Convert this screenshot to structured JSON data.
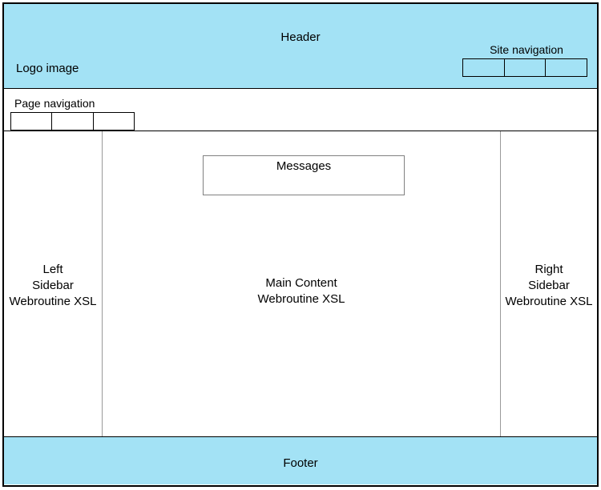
{
  "meta": {
    "band_color": "#a3e2f5",
    "border_color": "#000000",
    "divider_color": "#9a9a9a",
    "box_border_color": "#808080",
    "text_color": "#000000",
    "background_color": "#ffffff"
  },
  "header": {
    "title": "Header",
    "logo_label": "Logo image",
    "site_navigation": {
      "label": "Site navigation",
      "cells": [
        "",
        "",
        ""
      ]
    }
  },
  "page_navigation": {
    "label": "Page navigation",
    "cells": [
      "",
      "",
      ""
    ]
  },
  "content": {
    "left_sidebar": {
      "lines": [
        "Left",
        "Sidebar",
        "Webroutine XSL"
      ]
    },
    "main": {
      "messages": {
        "label": "Messages"
      },
      "lines": [
        "Main Content",
        "Webroutine XSL"
      ]
    },
    "right_sidebar": {
      "lines": [
        "Right",
        "Sidebar",
        "Webroutine XSL"
      ]
    }
  },
  "footer": {
    "title": "Footer"
  }
}
